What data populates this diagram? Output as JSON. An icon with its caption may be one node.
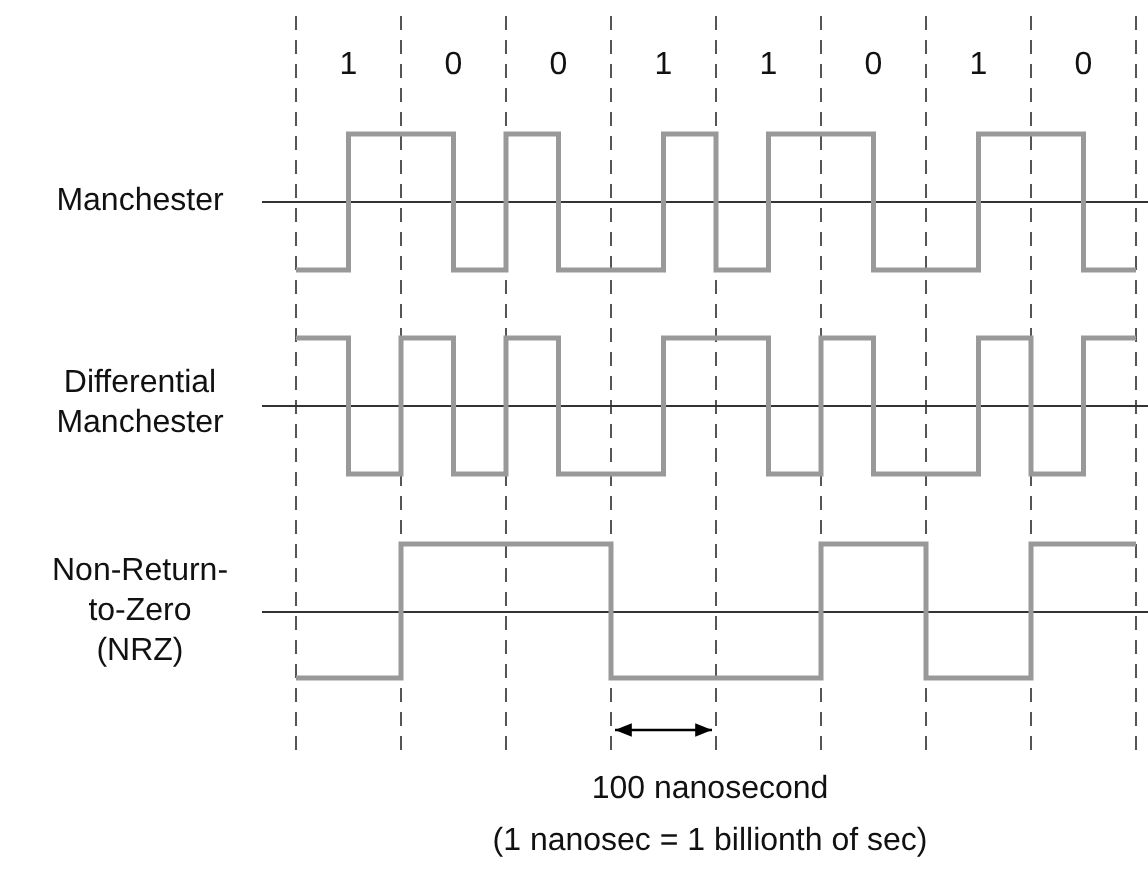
{
  "diagram": {
    "labels": [
      "1",
      "0",
      "0",
      "1",
      "1",
      "0",
      "1",
      "0",
      "Manchester",
      "Differential Manchester",
      "Non-Return-to-Zero (NRZ)",
      "100 nanosecond",
      "(1 nanosec = 1 billionth of sec)"
    ]
  }
}
